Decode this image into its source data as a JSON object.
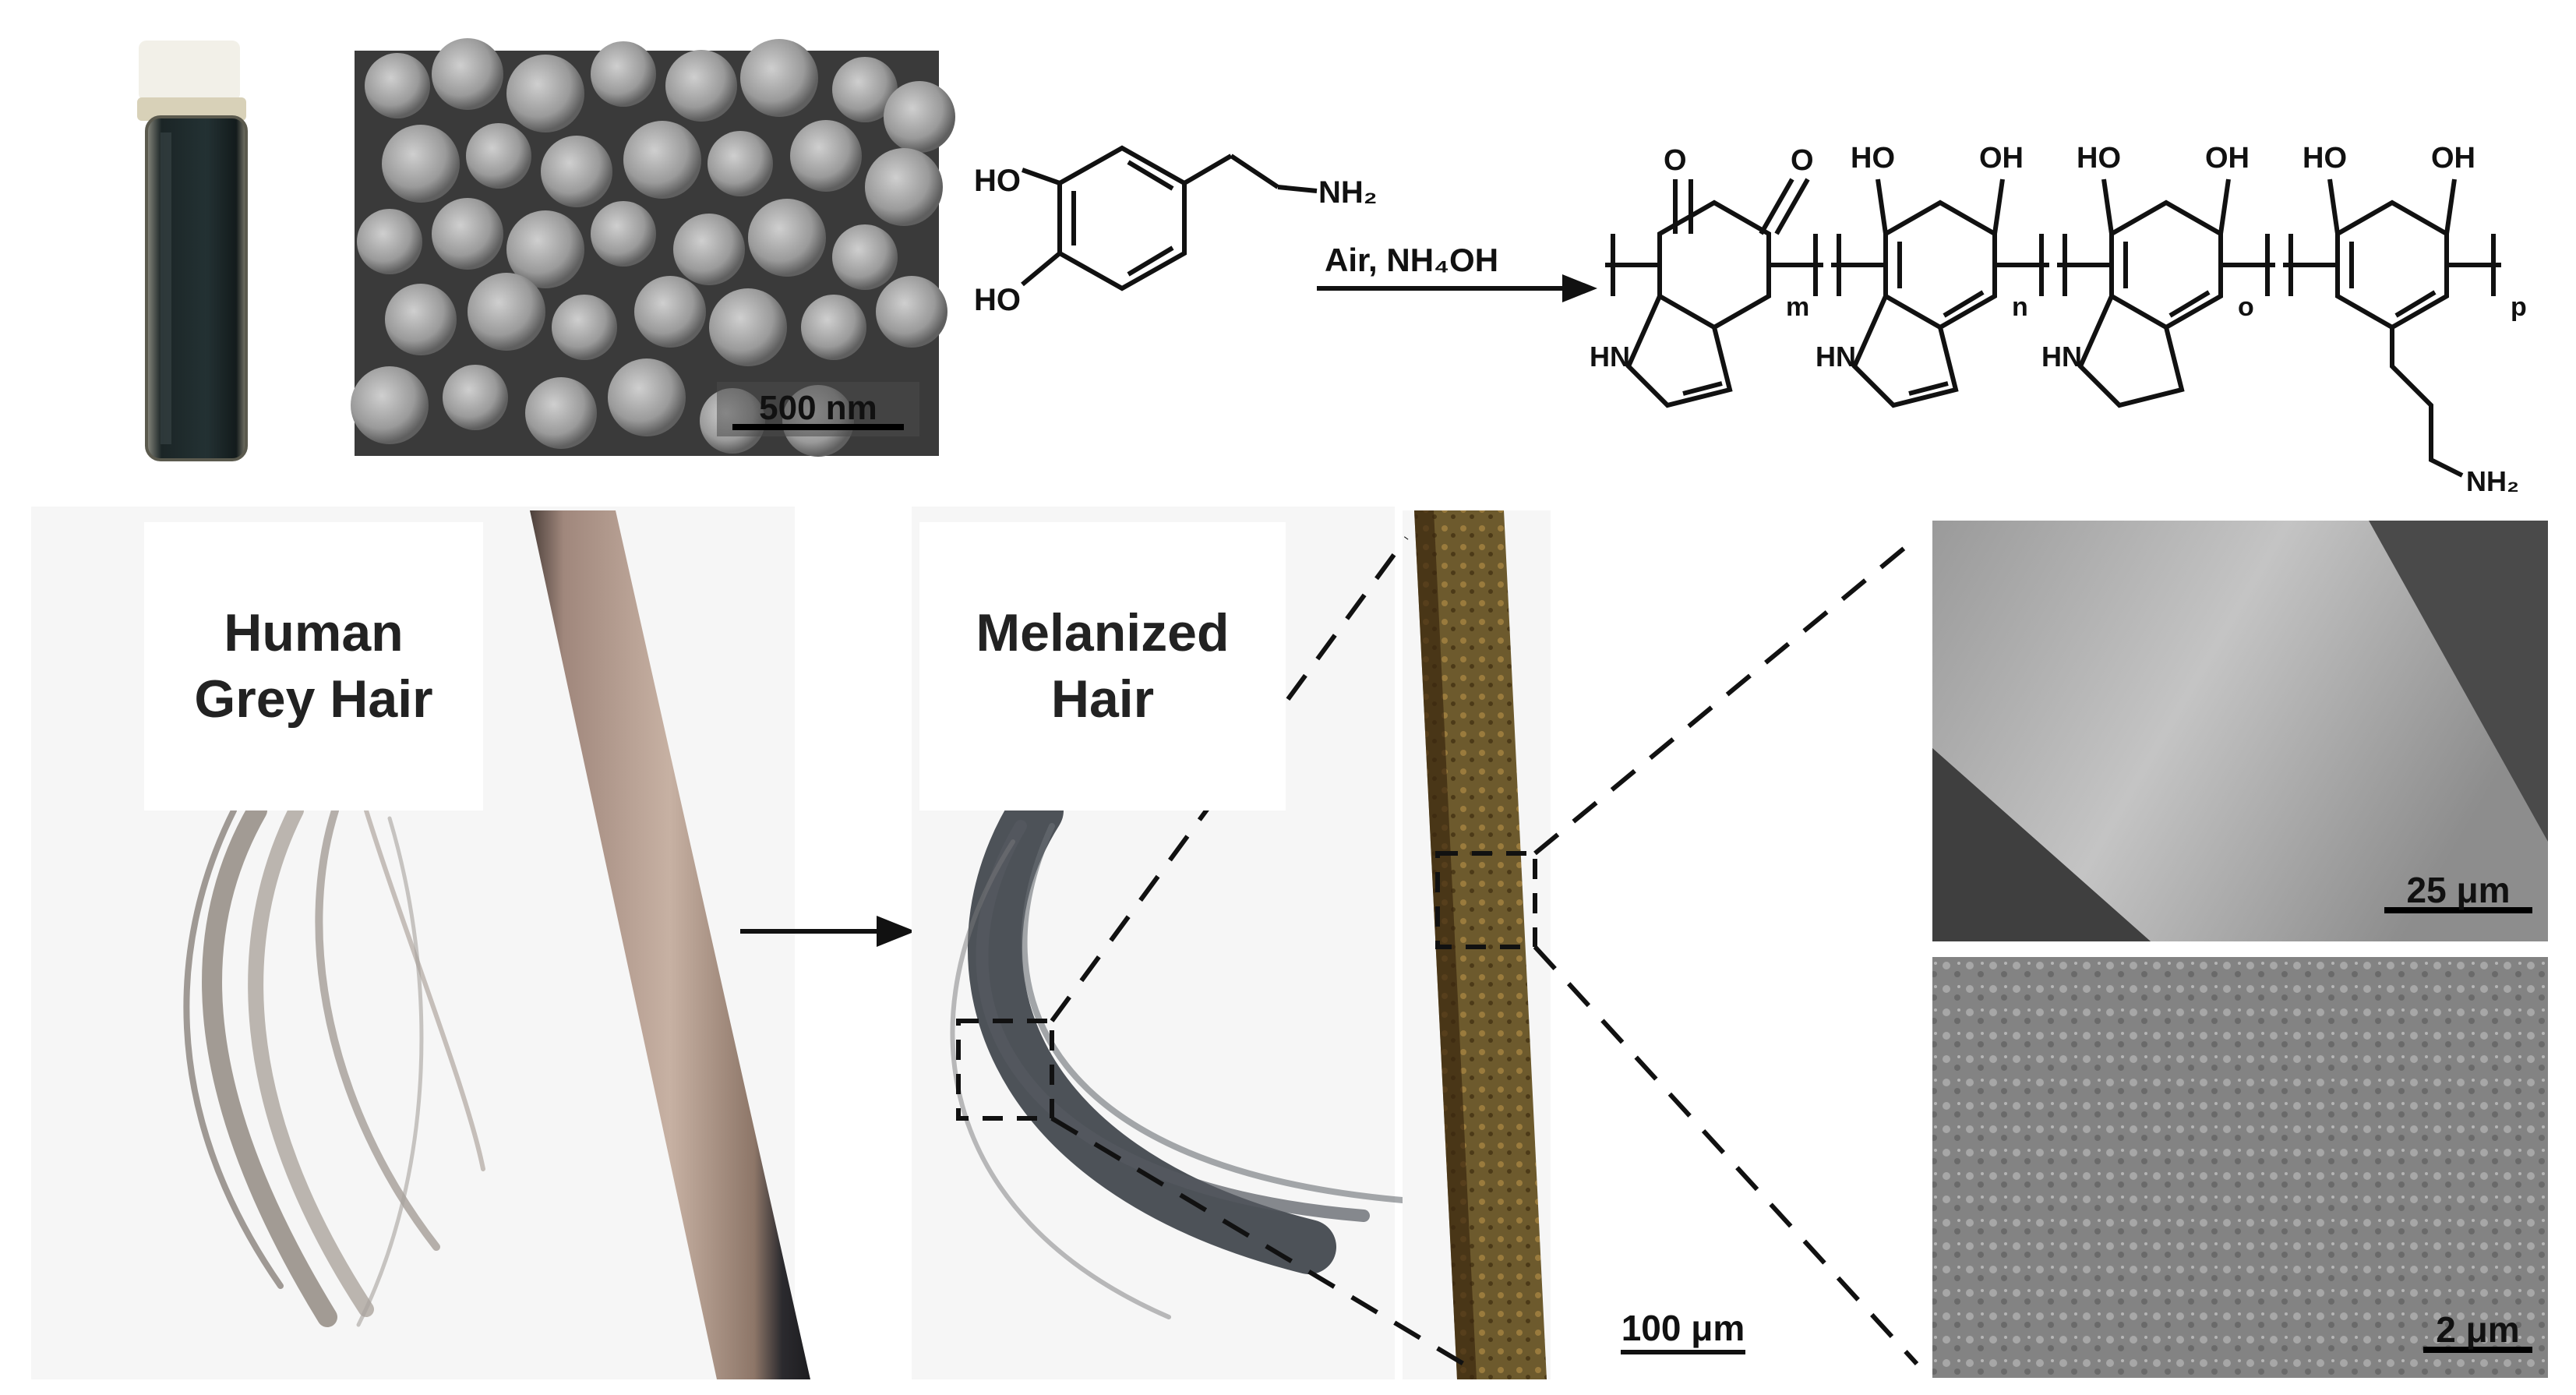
{
  "top_row": {
    "sem_scale": "500 nm",
    "monomer": {
      "oh_top": "HO",
      "oh_bottom": "HO",
      "amine": "NH₂"
    },
    "reaction_condition": "Air, NH₄OH",
    "polymer": {
      "unit1": {
        "o_left": "O",
        "o_right": "O",
        "nh": "HN",
        "subscript": "m"
      },
      "unit2": {
        "oh_left": "HO",
        "oh_right": "OH",
        "nh": "HN",
        "subscript": "n"
      },
      "unit3": {
        "oh_left": "HO",
        "oh_right": "OH",
        "nh": "HN",
        "subscript": "o"
      },
      "unit4": {
        "oh_left": "HO",
        "oh_right": "OH",
        "amine": "NH₂",
        "subscript": "p"
      }
    }
  },
  "bottom_row": {
    "grey_label": {
      "line1": "Human",
      "line2": "Grey Hair"
    },
    "melanized_label": {
      "line1": "Melanized",
      "line2": "Hair"
    },
    "micro_scale": "100 μm",
    "sem_top_scale": "25 μm",
    "sem_bottom_scale": "2 μm"
  },
  "colors": {
    "background": "#ffffff",
    "sem_grey": "#8a8a8a",
    "vial_dark": "#1e2a2c",
    "grey_hair": "#9a8f86",
    "melanized_hair": "#3a3f45",
    "micro_brown": "#5a3514"
  }
}
